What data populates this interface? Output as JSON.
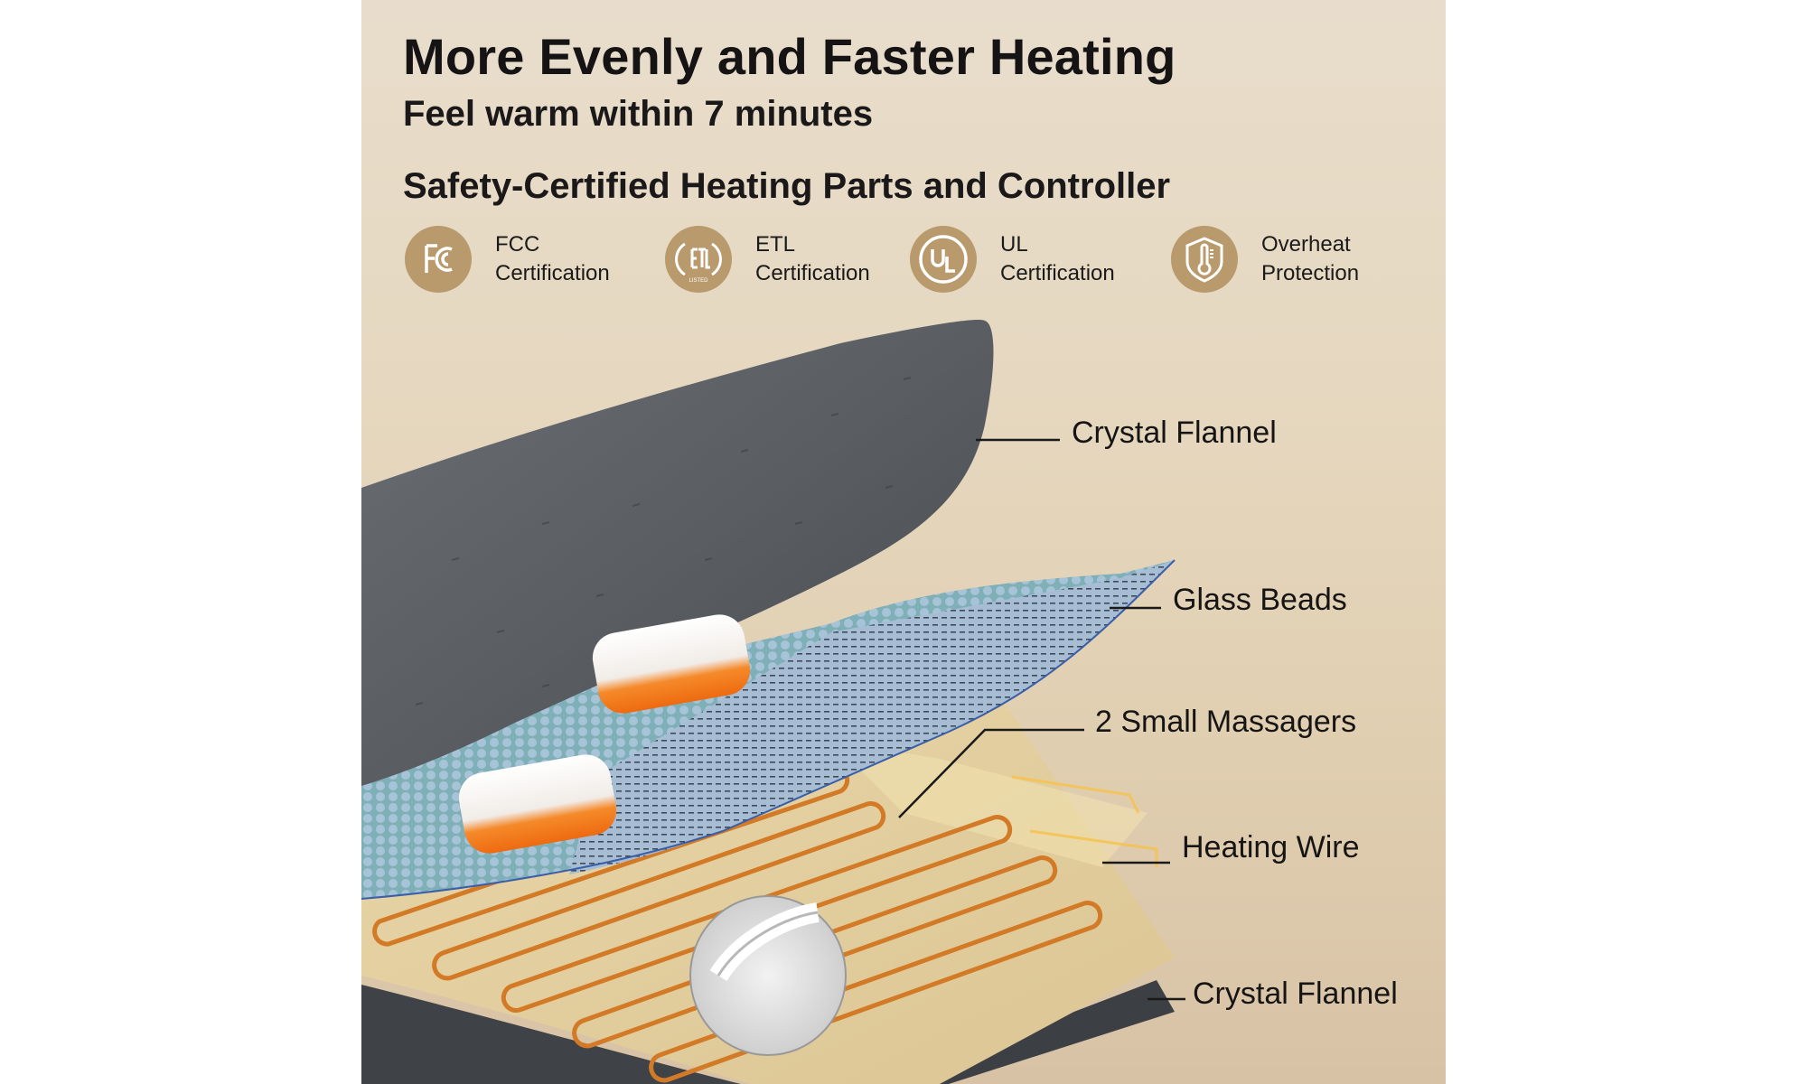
{
  "header": {
    "title": "More Evenly and Faster Heating",
    "subtitle": "Feel warm within 7 minutes",
    "section": "Safety-Certified Heating Parts and Controller"
  },
  "certifications": [
    {
      "icon": "fcc-icon",
      "line1": "FCC",
      "line2": "Certification"
    },
    {
      "icon": "etl-listed-icon",
      "line1": "ETL",
      "line2": "Certification"
    },
    {
      "icon": "ul-icon",
      "line1": "UL",
      "line2": "Certification"
    },
    {
      "icon": "shield-thermometer-icon",
      "line1": "Overheat",
      "line2": "Protection"
    }
  ],
  "layers": [
    {
      "label": "Crystal Flannel"
    },
    {
      "label": "Glass Beads"
    },
    {
      "label": "2 Small Massagers"
    },
    {
      "label": "Heating Wire"
    },
    {
      "label": "Crystal Flannel"
    }
  ],
  "colors": {
    "badge": "#b89a6c",
    "flannel": "#55595d",
    "glass_beads": "#8fb3c8",
    "heating_wire": "#d4802a",
    "base_sheet": "#e6d3a4",
    "massager_top": "#f7f4f1",
    "massager_bottom": "#f07a1c"
  }
}
